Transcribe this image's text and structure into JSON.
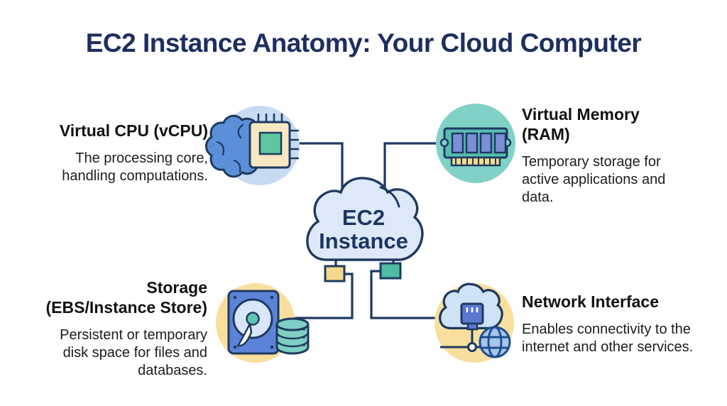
{
  "title": "EC2 Instance Anatomy: Your Cloud Computer",
  "center": {
    "label_line1": "EC2",
    "label_line2": "Instance"
  },
  "nodes": {
    "vcpu": {
      "title": "Virtual CPU (vCPU)",
      "description": "The processing core,\nhandling computations.",
      "icon": "brain-chip-icon",
      "circle_color": "#c7dbf3"
    },
    "ram": {
      "title": "Virtual Memory\n(RAM)",
      "description": "Temporary storage for\nactive applications and\ndata.",
      "icon": "ram-stick-icon",
      "circle_color": "#80d2c7"
    },
    "storage": {
      "title": "Storage\n(EBS/Instance Store)",
      "description": "Persistent or temporary\ndisk space for files and\ndatabases.",
      "icon": "hard-drive-database-icon",
      "circle_color": "#f8df9e"
    },
    "network": {
      "title": "Network Interface",
      "description": "Enables connectivity to the\ninternet and other services.",
      "icon": "cloud-plug-globe-icon",
      "circle_color": "#f8df9e"
    }
  },
  "colors": {
    "background": "#ffffff",
    "outline": "#1f3a60",
    "title_text": "#1d2f5f",
    "heading_text": "#121212",
    "body_text": "#1d1d1d",
    "cloud_fill": "#dde9f8",
    "port_yellow": "#f6d98c",
    "port_teal": "#4fbda1",
    "brain_blue": "#5b8fd9",
    "chip_cream": "#f7e7c2",
    "chip_core_teal": "#5fc6a0",
    "ram_stick_teal": "#55bdb2",
    "ram_chip_blue": "#7b8fd8",
    "ram_pins_yellow": "#f3da8c",
    "hdd_blue": "#5b84d8",
    "platter_light_blue": "#d7e6f8",
    "db_cylinder_teal": "#7fcfc2",
    "plug_blue": "#5b78d0",
    "globe_fill": "#a8c6ea",
    "globe_lines": "#1e4f8f"
  }
}
